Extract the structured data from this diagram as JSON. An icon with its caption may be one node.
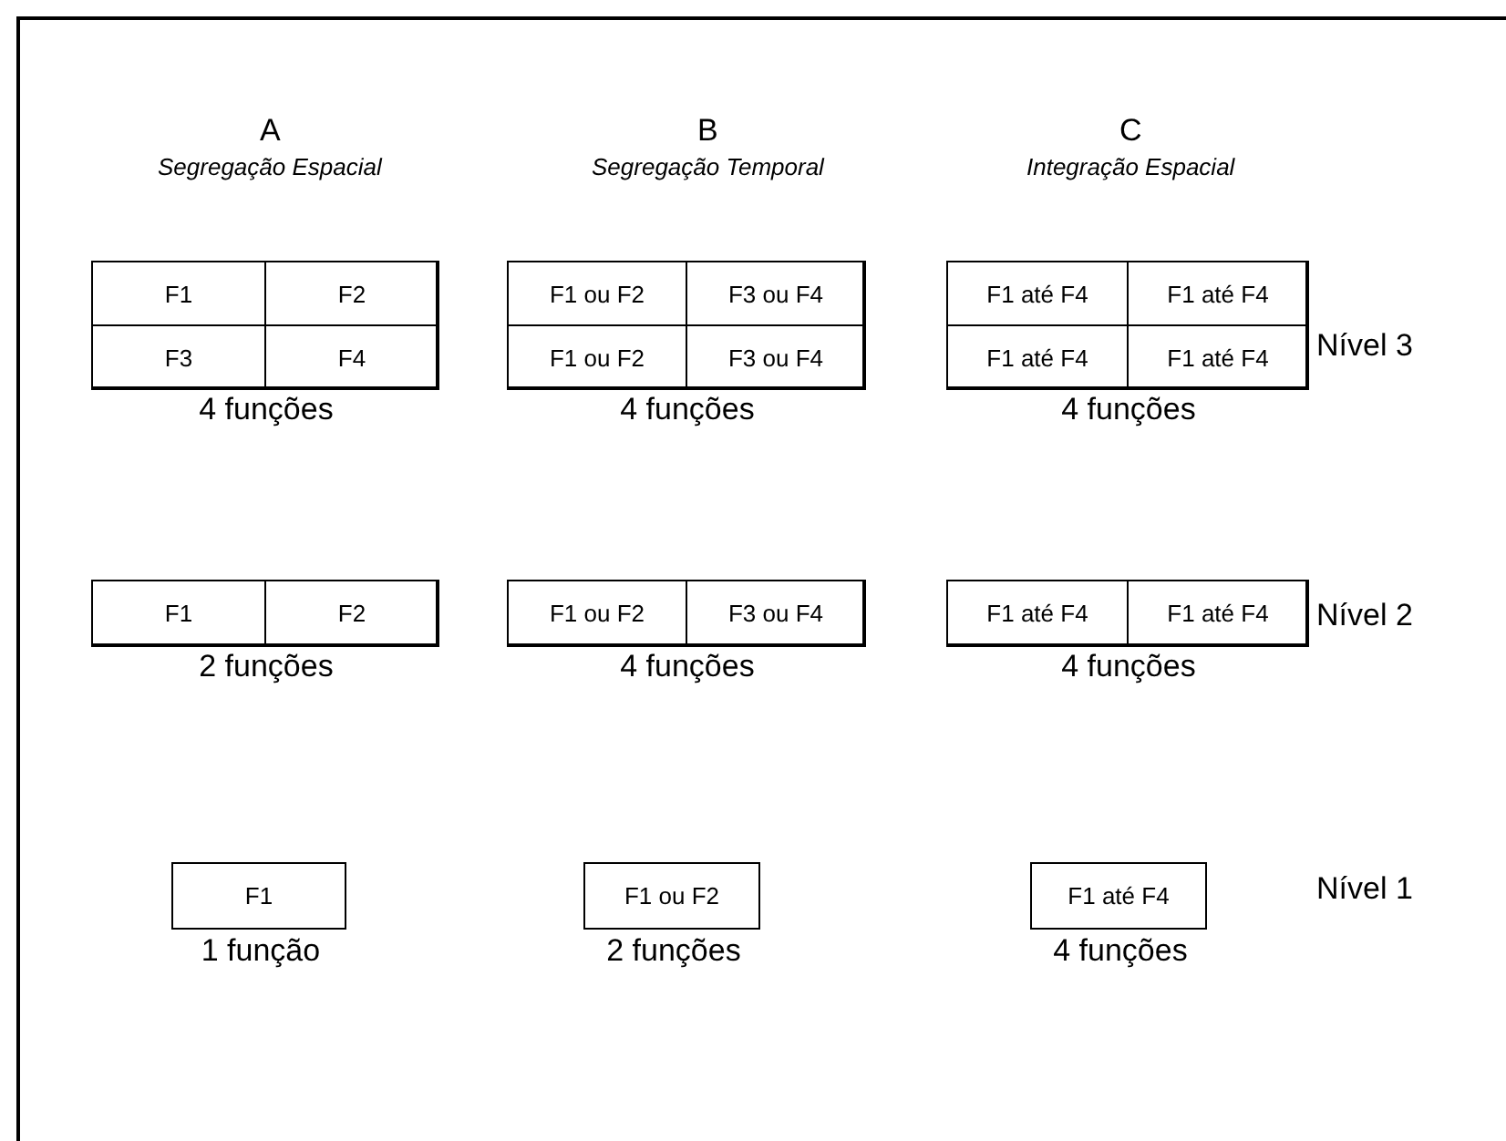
{
  "diagram": {
    "nodes": [
      {
        "text": [],
        "shape": "box",
        "beside": [
          "4 funções"
        ]
      },
      {
        "text": [
          "F1"
        ],
        "in": 0
      },
      {
        "text": [
          "F2"
        ],
        "in": 0
      },
      {
        "text": [
          "F3"
        ],
        "in": 0
      },
      {
        "text": [
          "F4"
        ],
        "in": 0
      },
      {
        "text": [],
        "shape": "box",
        "beside": [
          "4 funções"
        ]
      },
      {
        "text": [
          "F1 ou F2"
        ],
        "in": 5
      },
      {
        "text": [
          "F3 ou F4"
        ],
        "in": 5
      },
      {
        "text": [
          "F1 ou F2"
        ],
        "in": 5
      },
      {
        "text": [
          "F3 ou F4"
        ],
        "in": 5
      },
      {
        "text": [],
        "shape": "box",
        "beside": [
          "4 funções"
        ]
      },
      {
        "text": [
          "F1 até F4"
        ],
        "in": 10
      },
      {
        "text": [
          "F1 até F4"
        ],
        "in": 10
      },
      {
        "text": [
          "F1 até F4"
        ],
        "in": 10
      },
      {
        "text": [
          "F1 até F4"
        ],
        "in": 10
      },
      {
        "text": [],
        "shape": "box",
        "beside": [
          "2 funções"
        ]
      },
      {
        "text": [
          "F1"
        ],
        "in": 15
      },
      {
        "text": [
          "F2"
        ],
        "in": 15
      },
      {
        "text": [],
        "shape": "box",
        "beside": [
          "4 funções"
        ]
      },
      {
        "text": [
          "F1 ou F2"
        ],
        "in": 18
      },
      {
        "text": [
          "F3 ou F4"
        ],
        "in": 18
      },
      {
        "text": [],
        "shape": "box",
        "beside": [
          "4 funções"
        ]
      },
      {
        "text": [
          "F1 até F4"
        ],
        "in": 21
      },
      {
        "text": [
          "F1 até F4"
        ],
        "in": 21
      },
      {
        "text": [
          "F1"
        ],
        "beside": [
          "1 função"
        ]
      },
      {
        "text": [
          "F1 ou F2"
        ],
        "beside": [
          "2 funções"
        ]
      },
      {
        "text": [
          "F1 até F4"
        ],
        "beside": [
          "4 funções"
        ]
      }
    ],
    "edges": [],
    "labels": [
      "A",
      "Segregação Espacial",
      "B",
      "Segregação Temporal",
      "C",
      "Integração Espacial",
      "Nível 3",
      "Nível 2",
      "Nível 1"
    ]
  }
}
